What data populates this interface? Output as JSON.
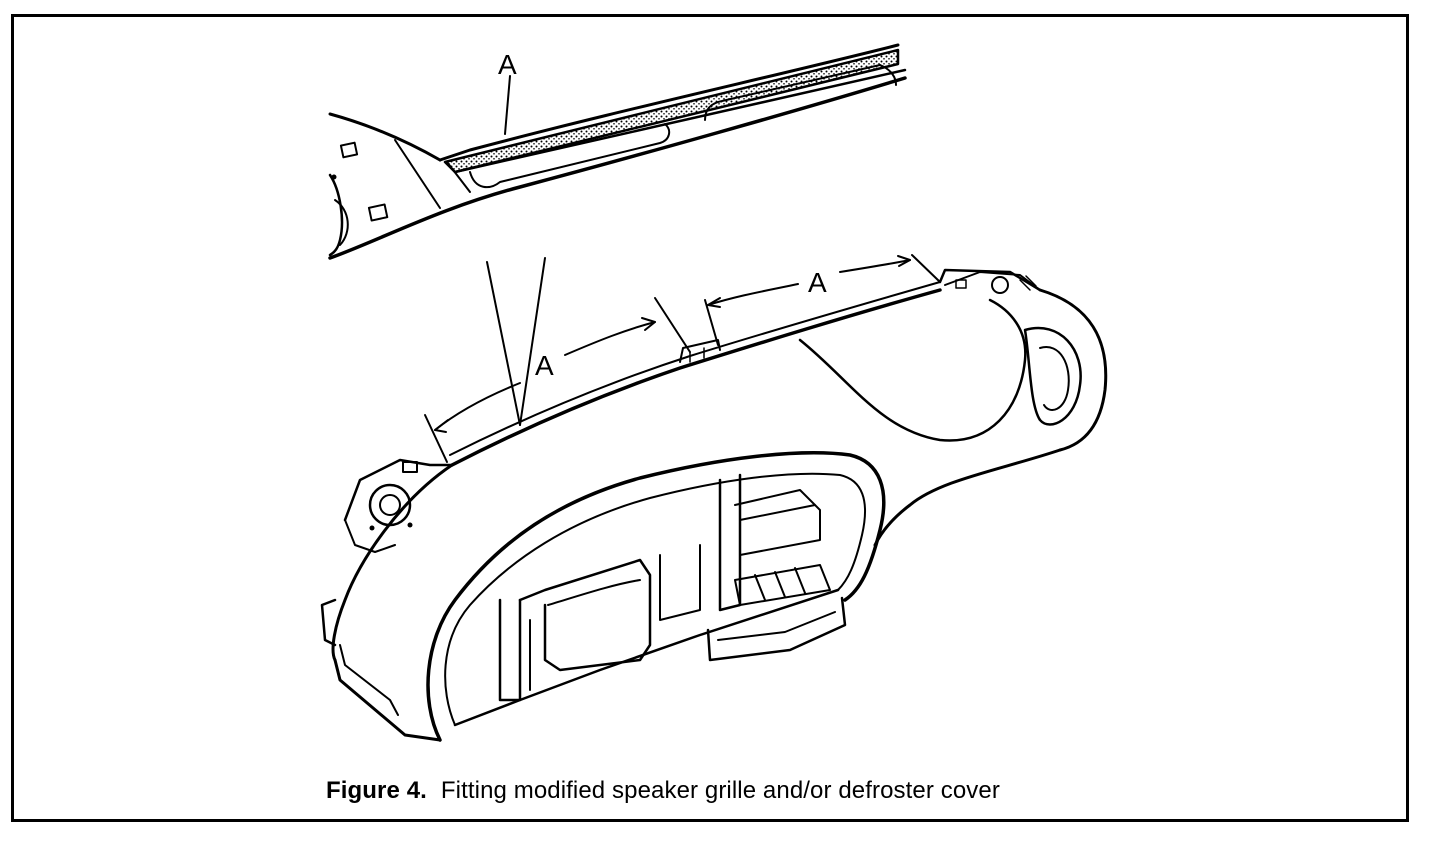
{
  "figure": {
    "label": "Figure 4.",
    "caption": "Fitting modified speaker grille and/or defroster cover"
  },
  "callouts": {
    "detail_label": "A",
    "left_dimension_label": "A",
    "right_dimension_label": "A"
  }
}
